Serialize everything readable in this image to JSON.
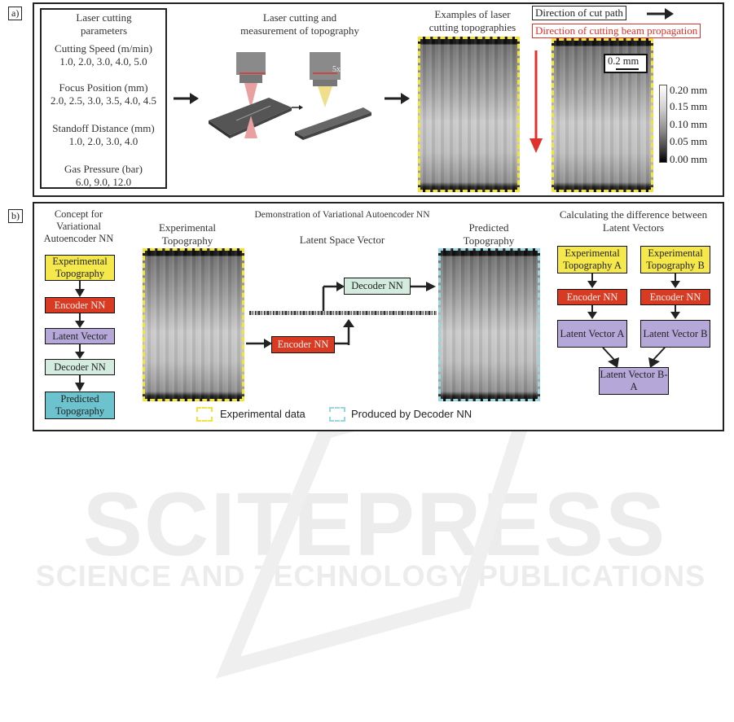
{
  "panel_a": {
    "label": "a)",
    "params": {
      "title": "Laser cutting parameters",
      "speed_title": "Cutting Speed (m/min)",
      "speed_values": "1.0, 2.0, 3.0, 4.0, 5.0",
      "focus_title": "Focus Position (mm)",
      "focus_values": "2.0, 2.5, 3.0, 3.5, 4.0, 4.5",
      "standoff_title": "Standoff Distance (mm)",
      "standoff_values": "1.0, 2.0, 3.0, 4.0",
      "gas_title": "Gas Pressure (bar)",
      "gas_values": "6.0, 9.0, 12.0"
    },
    "measurement_title": "Laser cutting and measurement of topography",
    "objective_label": "5x",
    "examples_title": "Examples of laser cutting topographies",
    "cut_path_label": "Direction of cut path",
    "beam_label": "Direction of cutting beam propagation",
    "scale_bar_label": "0.2 mm",
    "colorbar_ticks": [
      "0.20 mm",
      "0.15 mm",
      "0.10 mm",
      "0.05 mm",
      "0.00 mm"
    ]
  },
  "panel_b": {
    "label": "b)",
    "concept_title": "Concept for Variational Autoencoder NN",
    "concept_boxes": [
      "Experimental Topography",
      "Encoder NN",
      "Latent Vector",
      "Decoder NN",
      "Predicted Topography"
    ],
    "demo_title": "Demonstration of Variational Autoencoder NN",
    "experimental_label": "Experimental Topography",
    "latent_label": "Latent Space Vector",
    "encoder_label": "Encoder NN",
    "decoder_label": "Decoder NN",
    "predicted_label": "Predicted Topography",
    "legend_experimental": "Experimental data",
    "legend_decoder": "Produced by Decoder NN",
    "diff_title": "Calculating the difference between Latent Vectors",
    "diff_boxes": {
      "exp_a": "Experimental Topography A",
      "exp_b": "Experimental Topography B",
      "enc_a": "Encoder NN",
      "enc_b": "Encoder NN",
      "lat_a": "Latent Vector A",
      "lat_b": "Latent Vector B",
      "lat_ba": "Latent Vector B-A"
    }
  },
  "watermark": {
    "main": "SCITEPRESS",
    "sub": "SCIENCE AND TECHNOLOGY PUBLICATIONS"
  },
  "colors": {
    "yellow": "#f5e84a",
    "red": "#d83b22",
    "purple": "#b6a7d9",
    "mint": "#d3ecdf",
    "teal": "#6cc3cd",
    "dash_yellow": "#f2e33c",
    "dash_cyan": "#9ad6df",
    "beam_red": "#e0322c"
  }
}
